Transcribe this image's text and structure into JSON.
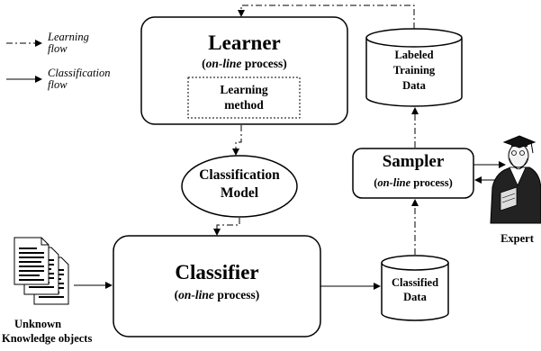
{
  "legend": {
    "learning": {
      "line1": "Learning",
      "line2": "flow"
    },
    "classification": {
      "line1": "Classification",
      "line2": "flow"
    }
  },
  "learner": {
    "title": "Learner",
    "subtitle_pre": "(",
    "subtitle_em": "on-line",
    "subtitle_post": " process)",
    "method_line1": "Learning",
    "method_line2": "method"
  },
  "model": {
    "line1": "Classification",
    "line2": "Model"
  },
  "classifier": {
    "title": "Classifier",
    "subtitle_pre": "(",
    "subtitle_em": "on-line",
    "subtitle_post": " process)"
  },
  "sampler": {
    "title": "Sampler",
    "subtitle_pre": "(",
    "subtitle_em": "on-line",
    "subtitle_post": " process)"
  },
  "labeled_data": {
    "line1": "Labeled",
    "line2": "Training",
    "line3": "Data"
  },
  "classified_data": {
    "line1": "Classified",
    "line2": "Data"
  },
  "expert": {
    "label": "Expert"
  },
  "unknown": {
    "line1": "Unknown",
    "line2": "Knowledge objects"
  }
}
